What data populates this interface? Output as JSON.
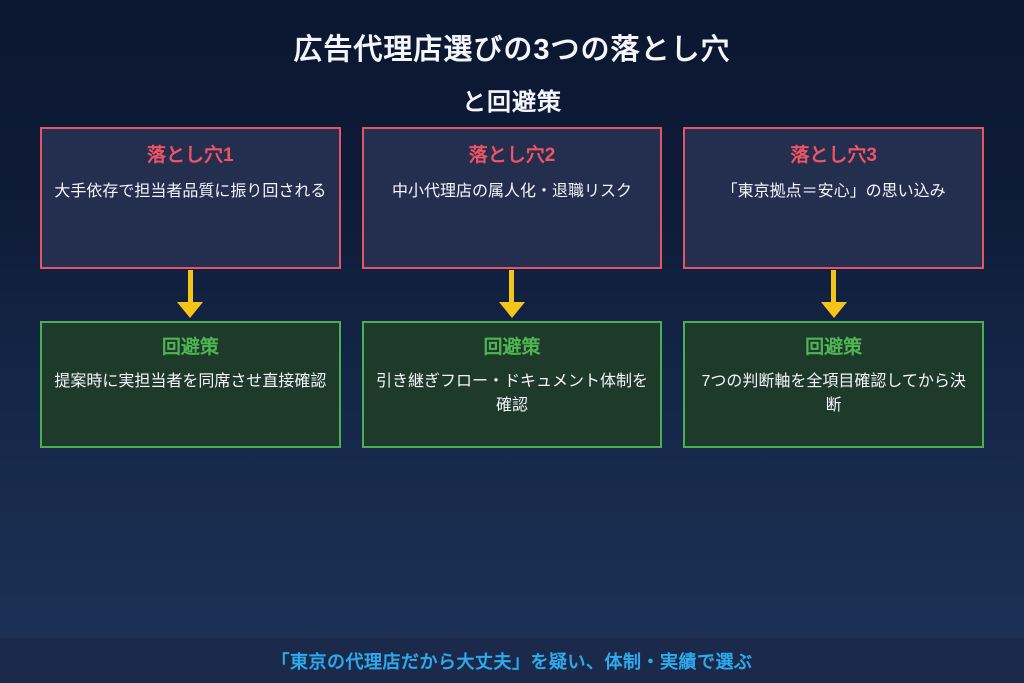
{
  "title": {
    "line1": "広告代理店選びの3つの落とし穴",
    "line2": "と回避策"
  },
  "columns": [
    {
      "pitfall": {
        "label": "落とし穴1",
        "text": "大手依存で担当者品質に振り回される"
      },
      "countermeasure": {
        "label": "回避策",
        "text": "提案時に実担当者を同席させ直接確認"
      }
    },
    {
      "pitfall": {
        "label": "落とし穴2",
        "text": "中小代理店の属人化・退職リスク"
      },
      "countermeasure": {
        "label": "回避策",
        "text": "引き継ぎフロー・ドキュメント体制を確認"
      }
    },
    {
      "pitfall": {
        "label": "落とし穴3",
        "text": "「東京拠点＝安心」の思い込み"
      },
      "countermeasure": {
        "label": "回避策",
        "text": "7つの判断軸を全項目確認してから決断"
      }
    }
  ],
  "footer": {
    "text": "「東京の代理店だから大丈夫」を疑い、体制・実績で選ぶ"
  },
  "colors": {
    "background_top": "#0c1730",
    "background_bottom": "#1d3257",
    "pitfall_border": "#e15663",
    "pitfall_fill": "#242f4f",
    "pitfall_label": "#ee5463",
    "countermeasure_border": "#4bae51",
    "countermeasure_fill": "#1e3a2b",
    "countermeasure_label": "#4db653",
    "arrow": "#f4c418",
    "footer_band": "#1b2a4b",
    "footer_text": "#2da9ec",
    "body_text": "#f4f6fb"
  }
}
